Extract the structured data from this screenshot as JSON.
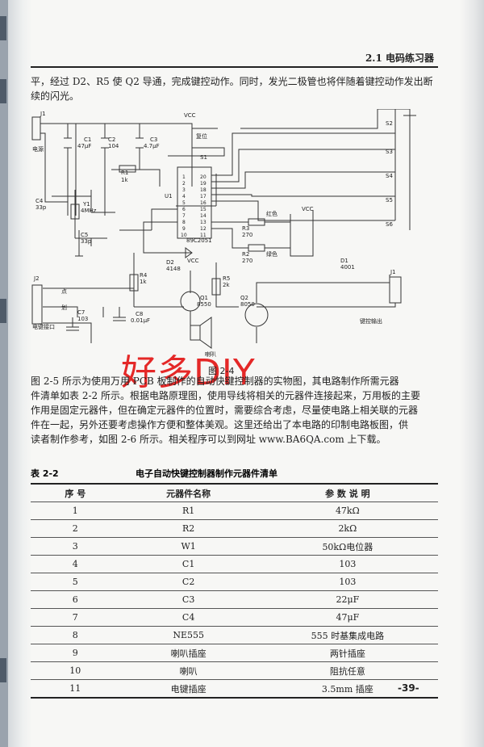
{
  "header": {
    "section": "2.1  电码练习器"
  },
  "intro_text": "平，经过 D2、R5 使 Q2 导通，完成键控动作。同时，发光二极管也将伴随着键控动作发出断续的闪光。",
  "circuit": {
    "labels": {
      "j1": "J1",
      "j1_power": "电源",
      "c1": "C1",
      "c1_val": "47μF",
      "c2": "C2",
      "c2_val": "104",
      "c3": "C3",
      "c3_val": "4.7μF",
      "vcc": "VCC",
      "reset": "复位",
      "s1": "S1",
      "r1": "R1",
      "r1_val": "1k",
      "c4": "C4",
      "c4_val": "33p",
      "y1": "Y1",
      "y1_val": "4MHz",
      "c5": "C5",
      "c5_val": "33p",
      "u1": "U1",
      "u1_model": "89C2051",
      "s2": "S2",
      "s3": "S3",
      "s4": "S4",
      "s5": "S5",
      "s6": "S6",
      "r3": "R3",
      "r3_val": "270",
      "red": "红色",
      "r2": "R2",
      "r2_val": "270",
      "green": "绿色",
      "d2": "D2",
      "d2_val": "4148",
      "r4": "R4",
      "r4_val": "1k",
      "r5": "R5",
      "r5_val": "2k",
      "q1": "Q1",
      "q1_val": "8550",
      "q2": "Q2",
      "q2_val": "8050",
      "d1": "D1",
      "d1_val": "4001",
      "j2": "J2",
      "dot": "点",
      "dash": "划",
      "c7": "C7",
      "c7_val": "103",
      "c8": "C8",
      "c8_val": "0.01μF",
      "key_port": "电键接口",
      "key_output": "键控输出",
      "speaker": "喇叭"
    },
    "pins_left": [
      "1",
      "2",
      "3",
      "4",
      "5",
      "6",
      "7",
      "8",
      "9",
      "10"
    ],
    "pins_right": [
      "20",
      "19",
      "18",
      "17",
      "16",
      "15",
      "14",
      "13",
      "12",
      "11"
    ]
  },
  "watermark": "好多DIY",
  "figure_caption": "图 2-4",
  "body_text_lines": [
    "图 2-5 所示为使用万用 PCB 板制作的自动快键控制器的实物图，其电路制作所需元器",
    "件清单如表 2-2 所示。根据电路原理图，使用导线将相关的元器件连接起来，万用板的主要",
    "作用是固定元器件，但在确定元器件的位置时，需要综合考虑，尽量使电路上相关联的元器",
    "件在一起，另外还要考虑操作方便和整体美观。这里还给出了本电路的印制电路板图，供",
    "读者制作参考，如图 2-6 所示。相关程序可以到网址 www.BA6QA.com 上下载。"
  ],
  "table": {
    "number": "表 2-2",
    "title": "电子自动快键控制器制作元器件清单",
    "headers": [
      "序  号",
      "元器件名称",
      "参 数 说 明"
    ],
    "rows": [
      [
        "1",
        "R1",
        "47kΩ"
      ],
      [
        "2",
        "R2",
        "2kΩ"
      ],
      [
        "3",
        "W1",
        "50kΩ电位器"
      ],
      [
        "4",
        "C1",
        "103"
      ],
      [
        "5",
        "C2",
        "103"
      ],
      [
        "6",
        "C3",
        "22μF"
      ],
      [
        "7",
        "C4",
        "47μF"
      ],
      [
        "8",
        "NE555",
        "555 时基集成电路"
      ],
      [
        "9",
        "喇叭插座",
        "两针插座"
      ],
      [
        "10",
        "喇叭",
        "阻抗任意"
      ],
      [
        "11",
        "电键插座",
        "3.5mm 插座"
      ]
    ]
  },
  "page_number": "-39-"
}
